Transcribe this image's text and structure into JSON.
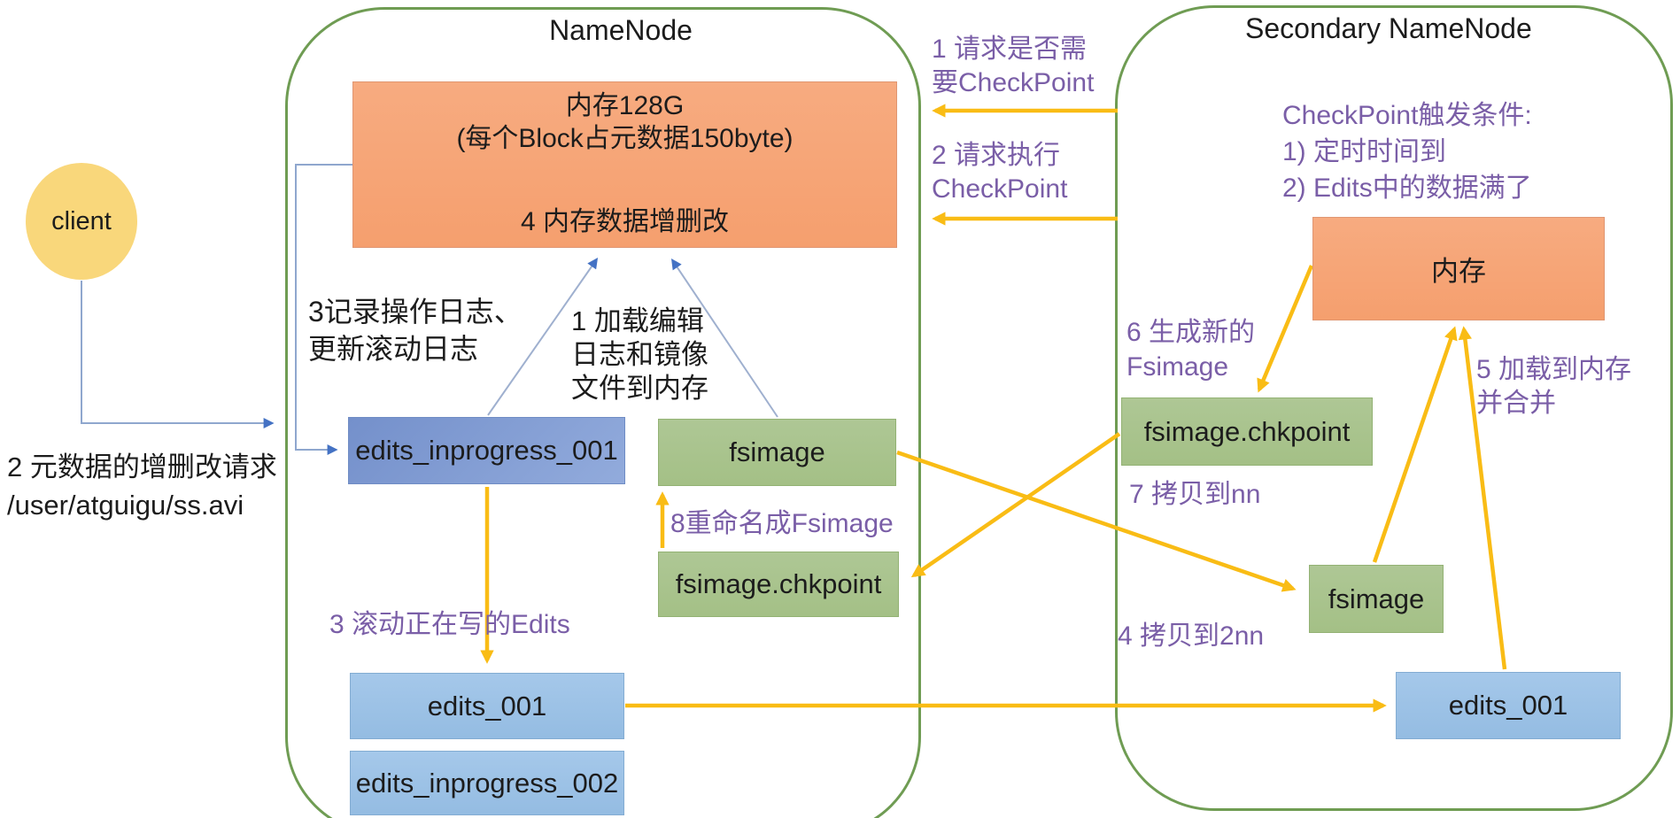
{
  "client": {
    "label": "client"
  },
  "client_request": {
    "line1": "2 元数据的增删改请求",
    "line2": "/user/atguigu/ss.avi"
  },
  "namenode": {
    "title": "NameNode",
    "memory": {
      "line1": "内存128G",
      "line2": "(每个Block占元数据150byte)",
      "line3": "4 内存数据增删改"
    },
    "label_record_log_1": "3记录操作日志、",
    "label_record_log_2": "更新滚动日志",
    "label_load_1": "1 加载编辑",
    "label_load_2": "日志和镜像",
    "label_load_3": "文件到内存",
    "label_rename": "8重命名成Fsimage",
    "label_roll": "3 滚动正在写的Edits",
    "file_edits_inprogress_001": "edits_inprogress_001",
    "file_fsimage": "fsimage",
    "file_fsimage_chkpoint": "fsimage.chkpoint",
    "file_edits_001": "edits_001",
    "file_edits_inprogress_002": "edits_inprogress_002"
  },
  "channel": {
    "step1_line1": "1 请求是否需",
    "step1_line2": "要CheckPoint",
    "step2_line1": "2 请求执行",
    "step2_line2": "CheckPoint"
  },
  "secondary": {
    "title": "Secondary NameNode",
    "trigger_line1": "CheckPoint触发条件:",
    "trigger_line2": "1) 定时时间到",
    "trigger_line3": "2) Edits中的数据满了",
    "memory_label": "内存",
    "label_gen_1": "6 生成新的",
    "label_gen_2": "Fsimage",
    "label_copy_nn": "7 拷贝到nn",
    "label_load_merge_1": "5 加载到内存",
    "label_load_merge_2": "并合并",
    "label_copy_2nn": "4 拷贝到2nn",
    "file_fsimage_chkpoint": "fsimage.chkpoint",
    "file_fsimage": "fsimage",
    "file_edits_001": "edits_001"
  },
  "colors": {
    "arrow_yellow": "#F9BC15",
    "label_purple": "#7A5EA7",
    "container_green": "#6F9C53",
    "box_green": "#A9C48E",
    "box_orange": "#F6A478",
    "box_blue_light": "#9CC2E8",
    "box_blue_dark": "#7E9AD1",
    "client_yellow": "#F9D77B",
    "connector_blue": "#4472C4"
  }
}
